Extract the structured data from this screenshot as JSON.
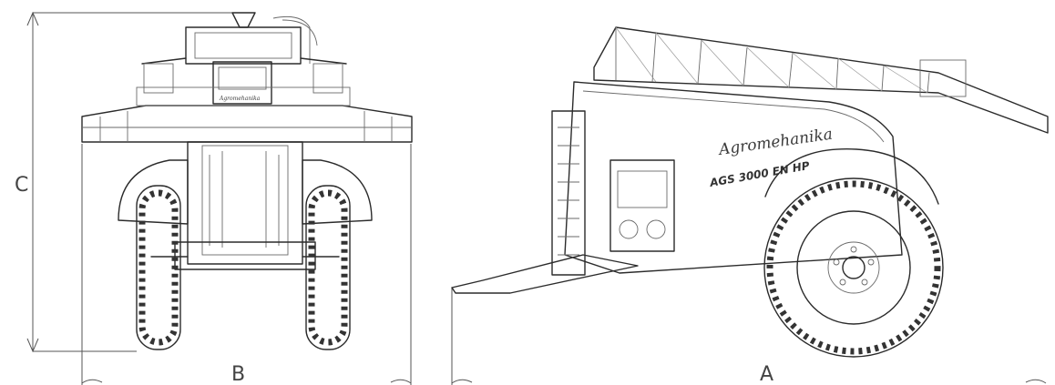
{
  "dimensions": {
    "a": "A",
    "b": "B",
    "c": "C"
  },
  "branding": {
    "brand_front": "Agromehanika",
    "brand_side": "Agromehanika",
    "model": "AGS 3000 EN HP"
  },
  "colors": {
    "line": "#2b2b2b",
    "dimension": "#555555",
    "background": "#ffffff"
  }
}
